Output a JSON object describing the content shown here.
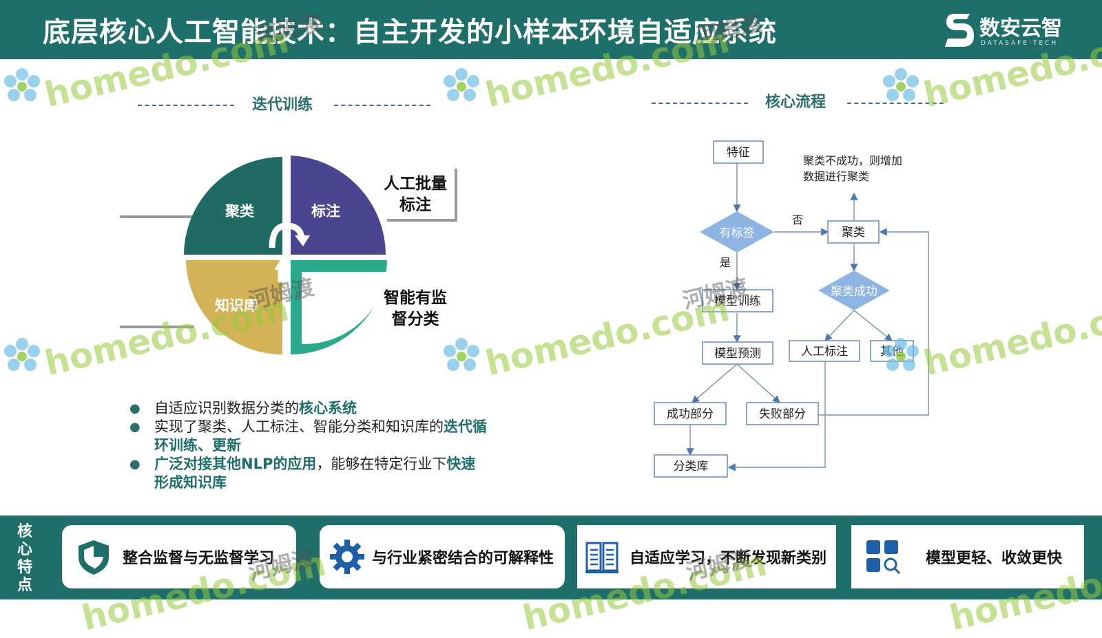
{
  "header": {
    "title": "底层核心人工智能技术：自主开发的小样本环境自适应系统",
    "logo_text": "数安云智",
    "logo_sub": "DATASAFE·TECH"
  },
  "left_section": {
    "title": "迭代训练",
    "quadrants": {
      "top_left": "聚类",
      "top_right": "标注",
      "bottom_left": "知识库"
    },
    "side_labels": {
      "manual_line1": "人工批量",
      "manual_line2": "标注",
      "supervised_line1": "智能有监",
      "supervised_line2": "督分类"
    },
    "bullets": [
      {
        "normal": "自适应识别数据分类的",
        "highlight": "核心系统",
        "tail": "",
        "tail_hl": ""
      },
      {
        "normal": "实现了聚类、人工标注、智能分类和知识库的",
        "highlight": "迭代循环训练、更新",
        "tail": "",
        "tail_hl": ""
      },
      {
        "normal": "",
        "highlight": "广泛对接其他NLP的应用",
        "tail": "，能够在特定行业下",
        "tail_hl": "快速形成知识库"
      }
    ]
  },
  "right_section": {
    "title": "核心流程",
    "nodes": {
      "feature": "特征",
      "has_label": "有标签",
      "cluster": "聚类",
      "cluster_success": "聚类成功",
      "model_train": "模型训练",
      "model_predict": "模型预测",
      "manual_label": "人工标注",
      "other": "其他",
      "success_part": "成功部分",
      "fail_part": "失败部分",
      "class_lib": "分类库"
    },
    "edge_labels": {
      "no": "否",
      "yes": "是"
    },
    "note_line1": "聚类不成功，则增加",
    "note_line2": "数据进行聚类"
  },
  "bottom": {
    "band_label": "核心特点",
    "features": [
      {
        "label": "整合监督与无监督学习",
        "icon": "shield-icon"
      },
      {
        "label": "与行业紧密结合的可解释性",
        "icon": "gear-icon"
      },
      {
        "label": "自适应学习，不断发现新类别",
        "icon": "book-icon"
      },
      {
        "label": "模型更轻、收敛更快",
        "icon": "grid-search-icon"
      }
    ]
  },
  "watermarks": {
    "latin": "homedo.com",
    "cn": "河姆渡"
  },
  "colors": {
    "brand": "#1e6e6a",
    "quad_cluster": "#1f6b63",
    "quad_label": "#4a4590",
    "quad_knowledge": "#d4b257",
    "quad_supervised": "#2aa98c",
    "flow_node": "#8db4e2",
    "flow_line": "#4d78b5"
  }
}
